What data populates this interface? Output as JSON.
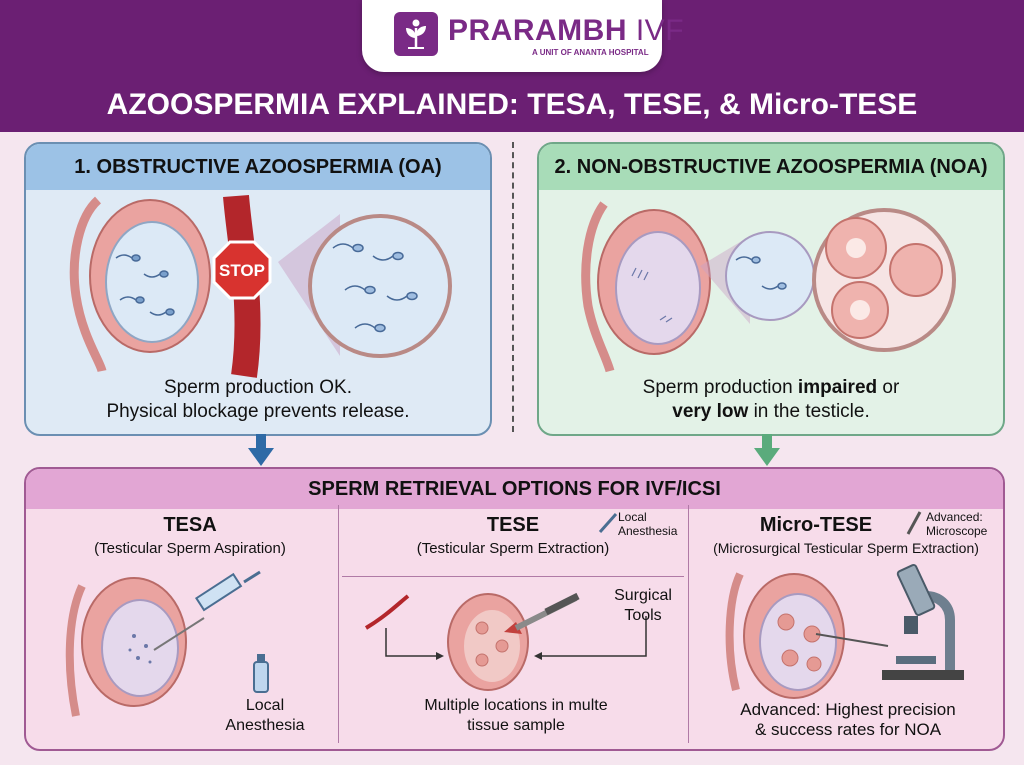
{
  "brand": {
    "name_bold": "PRARAMBH",
    "name_light": "IVF",
    "tagline": "A UNIT OF ANANTA HOSPITAL",
    "colors": {
      "header": "#6b1f73",
      "logo": "#7a2a86"
    }
  },
  "title": "AZOOSPERMIA EXPLAINED: TESA, TESE, & Micro-TESE",
  "obstructive": {
    "heading": "1. OBSTRUCTIVE AZOOSPERMIA (OA)",
    "stop_sign": "STOP",
    "caption_line1": "Sperm production OK.",
    "caption_line2": "Physical blockage prevents release.",
    "color": "#9cc2e6"
  },
  "non_obstructive": {
    "heading": "2. NON-OBSTRUCTIVE AZOOSPERMIA (NOA)",
    "caption_pre": "Sperm production ",
    "caption_bold1": "impaired",
    "caption_mid": " or",
    "caption_bold2": "very low",
    "caption_post": " in the testicle.",
    "color": "#a8dcb8"
  },
  "options": {
    "heading": "SPERM RETRIEVAL OPTIONS FOR IVF/ICSI",
    "tesa": {
      "title": "TESA",
      "subtitle": "(Testicular Sperm Aspiration)",
      "anesthesia_line1": "Local",
      "anesthesia_line2": "Anesthesia",
      "icons": [
        "syringe-icon",
        "vial-icon"
      ]
    },
    "tese": {
      "title": "TESE",
      "subtitle": "(Testicular Sperm Extraction)",
      "badge_line1": "Local",
      "badge_line2": "Anesthesia",
      "tools_line1": "Surgical",
      "tools_line2": "Tools",
      "caption_line1": "Multiple locations in multe",
      "caption_line2": "tissue sample",
      "icons": [
        "scalpel-icon",
        "syringe-icon"
      ]
    },
    "micro_tese": {
      "title": "Micro-TESE",
      "subtitle": "(Microsurgical Testicular Sperm Extraction)",
      "badge_line1": "Advanced:",
      "badge_line2": "Microscope",
      "caption_line1": "Advanced: Highest precision",
      "caption_line2": "& success rates for NOA",
      "icons": [
        "microscope-icon",
        "pen-icon"
      ]
    }
  }
}
